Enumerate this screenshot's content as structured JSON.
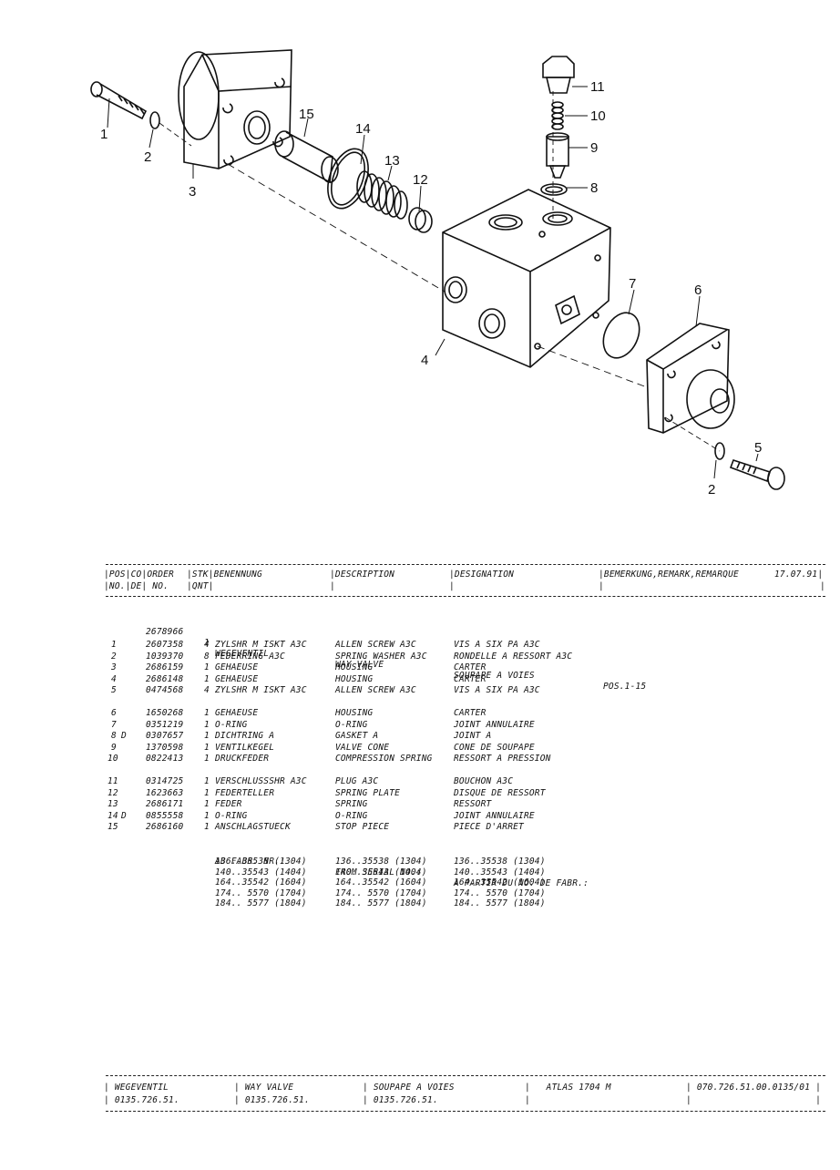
{
  "diagram": {
    "callouts": [
      "1",
      "2",
      "3",
      "15",
      "14",
      "13",
      "12",
      "11",
      "10",
      "9",
      "8",
      "7",
      "6",
      "4",
      "5",
      "2"
    ]
  },
  "header": {
    "pos_label": "|POS|CO|ORDER",
    "stk_label": "|STK|BENENNUNG",
    "description_label": "|DESCRIPTION",
    "designation_label": "|DESIGNATION",
    "remark_label": "|BEMERKUNG,REMARK,REMARQUE",
    "date": "17.07.91|",
    "sub_no": "|NO.|DE| NO.",
    "sub_qnt": "|QNT|",
    "sub_bar1": "|",
    "sub_bar2": "|",
    "sub_bar3": "|",
    "sub_bar4": "|"
  },
  "main_item": {
    "order": "2678966",
    "qty": "1",
    "de": "WEGEVENTIL",
    "en": "WAY VALVE",
    "fr": "SOUPAPE A VOIES",
    "remark": "POS.1-15"
  },
  "parts": [
    {
      "pos": "1",
      "co": "",
      "order": "2607358",
      "qty": "4",
      "de": "ZYLSHR M ISKT A3C",
      "en": "ALLEN SCREW A3C",
      "fr": "VIS A SIX PA A3C"
    },
    {
      "pos": "2",
      "co": "",
      "order": "1039370",
      "qty": "8",
      "de": "FEDERRING A3C",
      "en": "SPRING WASHER A3C",
      "fr": "RONDELLE A RESSORT A3C"
    },
    {
      "pos": "3",
      "co": "",
      "order": "2686159",
      "qty": "1",
      "de": "GEHAEUSE",
      "en": "HOUSING",
      "fr": "CARTER"
    },
    {
      "pos": "4",
      "co": "",
      "order": "2686148",
      "qty": "1",
      "de": "GEHAEUSE",
      "en": "HOUSING",
      "fr": "CARTER"
    },
    {
      "pos": "5",
      "co": "",
      "order": "0474568",
      "qty": "4",
      "de": "ZYLSHR M ISKT A3C",
      "en": "ALLEN SCREW A3C",
      "fr": "VIS A SIX PA A3C"
    },
    {
      "pos": "6",
      "co": "",
      "order": "1650268",
      "qty": "1",
      "de": "GEHAEUSE",
      "en": "HOUSING",
      "fr": "CARTER"
    },
    {
      "pos": "7",
      "co": "",
      "order": "0351219",
      "qty": "1",
      "de": "O-RING",
      "en": "O-RING",
      "fr": "JOINT ANNULAIRE"
    },
    {
      "pos": "8",
      "co": "D",
      "order": "0307657",
      "qty": "1",
      "de": "DICHTRING A",
      "en": "GASKET A",
      "fr": "JOINT A"
    },
    {
      "pos": "9",
      "co": "",
      "order": "1370598",
      "qty": "1",
      "de": "VENTILKEGEL",
      "en": "VALVE CONE",
      "fr": "CONE DE SOUPAPE"
    },
    {
      "pos": "10",
      "co": "",
      "order": "0822413",
      "qty": "1",
      "de": "DRUCKFEDER",
      "en": "COMPRESSION SPRING",
      "fr": "RESSORT A PRESSION"
    },
    {
      "pos": "11",
      "co": "",
      "order": "0314725",
      "qty": "1",
      "de": "VERSCHLUSSSHR A3C",
      "en": "PLUG A3C",
      "fr": "BOUCHON A3C"
    },
    {
      "pos": "12",
      "co": "",
      "order": "1623663",
      "qty": "1",
      "de": "FEDERTELLER",
      "en": "SPRING PLATE",
      "fr": "DISQUE DE RESSORT"
    },
    {
      "pos": "13",
      "co": "",
      "order": "2686171",
      "qty": "1",
      "de": "FEDER",
      "en": "SPRING",
      "fr": "RESSORT"
    },
    {
      "pos": "14",
      "co": "D",
      "order": "0855558",
      "qty": "1",
      "de": "O-RING",
      "en": "O-RING",
      "fr": "JOINT ANNULAIRE"
    },
    {
      "pos": "15",
      "co": "",
      "order": "2686160",
      "qty": "1",
      "de": "ANSCHLAGSTUECK",
      "en": "STOP PIECE",
      "fr": "PIECE D'ARRET"
    }
  ],
  "serial": {
    "de_head": "AB FABR. NR.:",
    "en_head": "FROM SERIAL NO.:",
    "fr_head": "A PARTIR DU NO. DE FABR.:",
    "rows": [
      "136..35538 (1304)",
      "140..35543 (1404)",
      "164..35542 (1604)",
      "174.. 5570 (1704)",
      "184.. 5577 (1804)"
    ]
  },
  "footer": {
    "de_title": "| WEGEVENTIL",
    "de_no": "| 0135.726.51.",
    "en_title": "| WAY VALVE",
    "en_no": "| 0135.726.51.",
    "fr_title": "| SOUPAPE A VOIES",
    "fr_no": "| 0135.726.51.",
    "model": "|   ATLAS 1704 M",
    "model_bar": "|",
    "doc_no": "| 070.726.51.00.0135/01 |",
    "doc_bar": "|                       |"
  }
}
